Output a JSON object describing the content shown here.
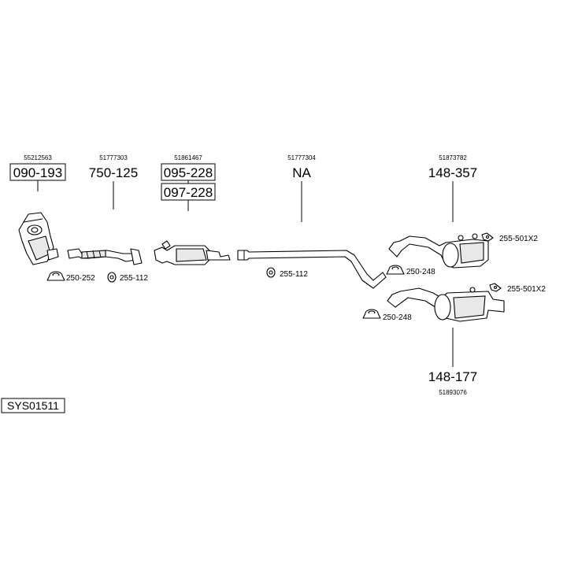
{
  "system_code": "SYS01511",
  "oem": {
    "catalyst": "55212563",
    "front_pipe": "51777303",
    "centre_box": "51861467",
    "middle_pipe": "51777304",
    "rear_box_upper": "51873782",
    "rear_box_lower": "51893076"
  },
  "parts": {
    "catalyst": "090-193",
    "front_pipe": "750-125",
    "centre_box_1": "095-228",
    "centre_box_2": "097-228",
    "middle_pipe": "NA",
    "rear_box_upper": "148-357",
    "rear_box_lower": "148-177"
  },
  "kits": {
    "clamp_cat": "250-252",
    "mount_front": "255-112",
    "mount_mid": "255-112",
    "clamp_upper": "250-248",
    "clamp_lower": "250-248",
    "rubber_upper": "255-501X2",
    "rubber_lower": "255-501X2"
  },
  "colors": {
    "line": "#000000",
    "background": "#ffffff",
    "shade": "#e8e8e8"
  },
  "icons": [
    "catalyst-icon",
    "front-pipe-icon",
    "centre-box-icon",
    "middle-pipe-icon",
    "rear-box-icon",
    "clamp-icon",
    "mount-icon",
    "rubber-mount-icon"
  ]
}
